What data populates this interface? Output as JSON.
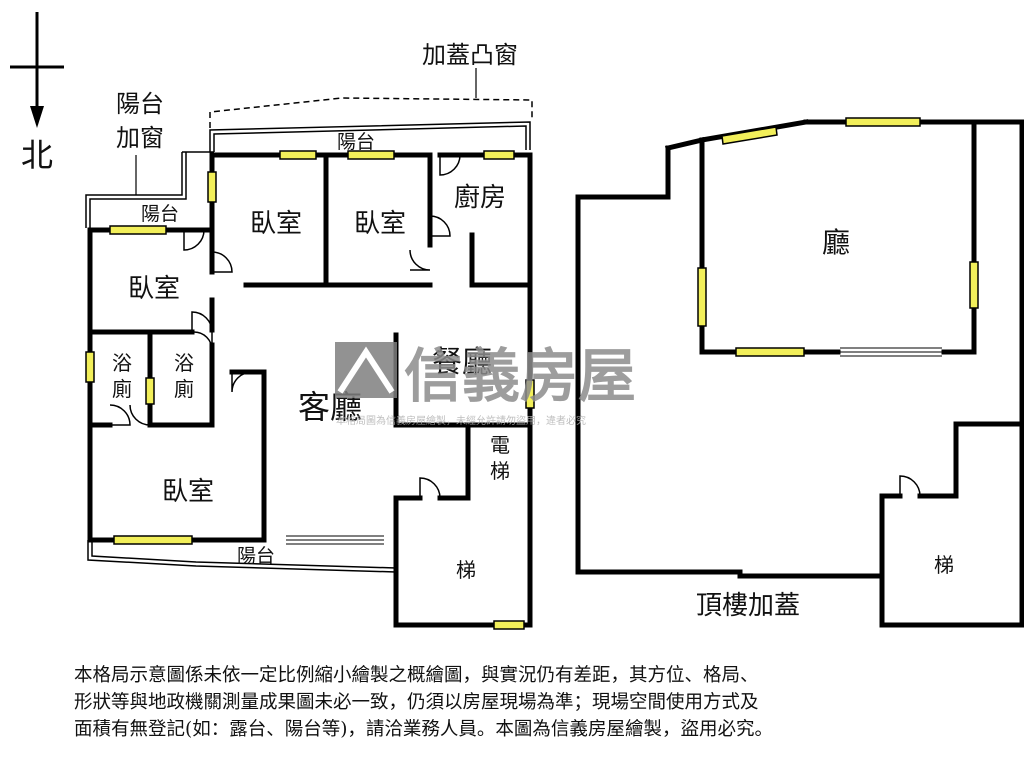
{
  "compass": {
    "north_label": "北"
  },
  "floor1": {
    "balcony_window_label_line1": "陽台",
    "balcony_window_label_line2": "加窗",
    "bay_window_label": "加蓋凸窗",
    "balcony_top": "陽台",
    "balcony_left": "陽台",
    "balcony_bottom": "陽台",
    "bedroom_1": "臥室",
    "bedroom_2": "臥室",
    "bedroom_3": "臥室",
    "bedroom_4": "臥室",
    "kitchen": "廚房",
    "bath_1": "浴廁",
    "bath_2": "浴廁",
    "dining": "餐廳",
    "living": "客廳",
    "elevator": "電梯",
    "stairs": "梯"
  },
  "roof": {
    "hall": "廳",
    "stairs": "梯",
    "caption": "頂樓加蓋"
  },
  "watermark": {
    "brand": "信義房屋",
    "notice": "本格局圖為信義房屋繪製，未經允許請勿盜用，違者必究"
  },
  "disclaimer": {
    "line1": "本格局示意圖係未依一定比例縮小繪製之概繪圖，與實況仍有差距，其方位、格局、",
    "line2": "形狀等與地政機關測量成果圖未必一致，仍須以房屋現場為準；現場空間使用方式及",
    "line3": "面積有無登記(如：露台、陽台等)，請洽業務人員。本圖為信義房屋繪製，盜用必究。"
  },
  "colors": {
    "wall": "#000000",
    "window_fill": "#f2ef5a",
    "watermark_logo": "#7f7f7f",
    "watermark_text": "#b3b3b3"
  }
}
